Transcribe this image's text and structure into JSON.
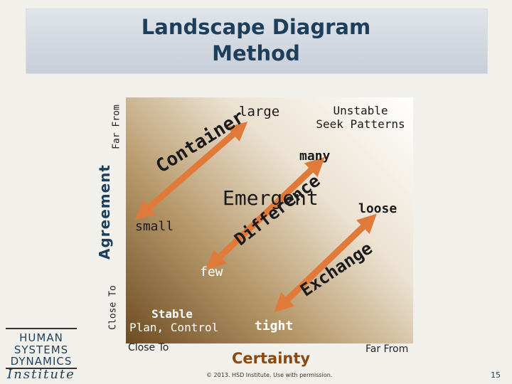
{
  "title_line1": "Landscape Diagram",
  "title_line2": "Method",
  "y_axis": {
    "label": "Agreement",
    "far": "Far From",
    "close": "Close To"
  },
  "x_axis": {
    "label": "Certainty",
    "close": "Close To",
    "far": "Far From"
  },
  "quadrants": {
    "top_right": {
      "line1": "Unstable",
      "line2": "Seek Patterns"
    },
    "bottom_left": {
      "line1": "Stable",
      "line2": "Plan, Control"
    },
    "center": "Emergent"
  },
  "arrows": {
    "container": {
      "word": "Container",
      "start": "small",
      "end": "large"
    },
    "difference": {
      "word": "Difference",
      "start": "few",
      "end": "many"
    },
    "exchange": {
      "word": "Exchange",
      "start": "tight",
      "end": "loose"
    }
  },
  "logo": {
    "line1": "HUMAN",
    "line2": "SYSTEMS",
    "line3": "DYNAMICS",
    "line4": "Institute"
  },
  "footer": "© 2013. HSD Institute. Use with permission.",
  "page_number": "15",
  "colors": {
    "title": "#1d3f5c",
    "arrow": "#e07a3a",
    "text": "#1a1a1a"
  }
}
